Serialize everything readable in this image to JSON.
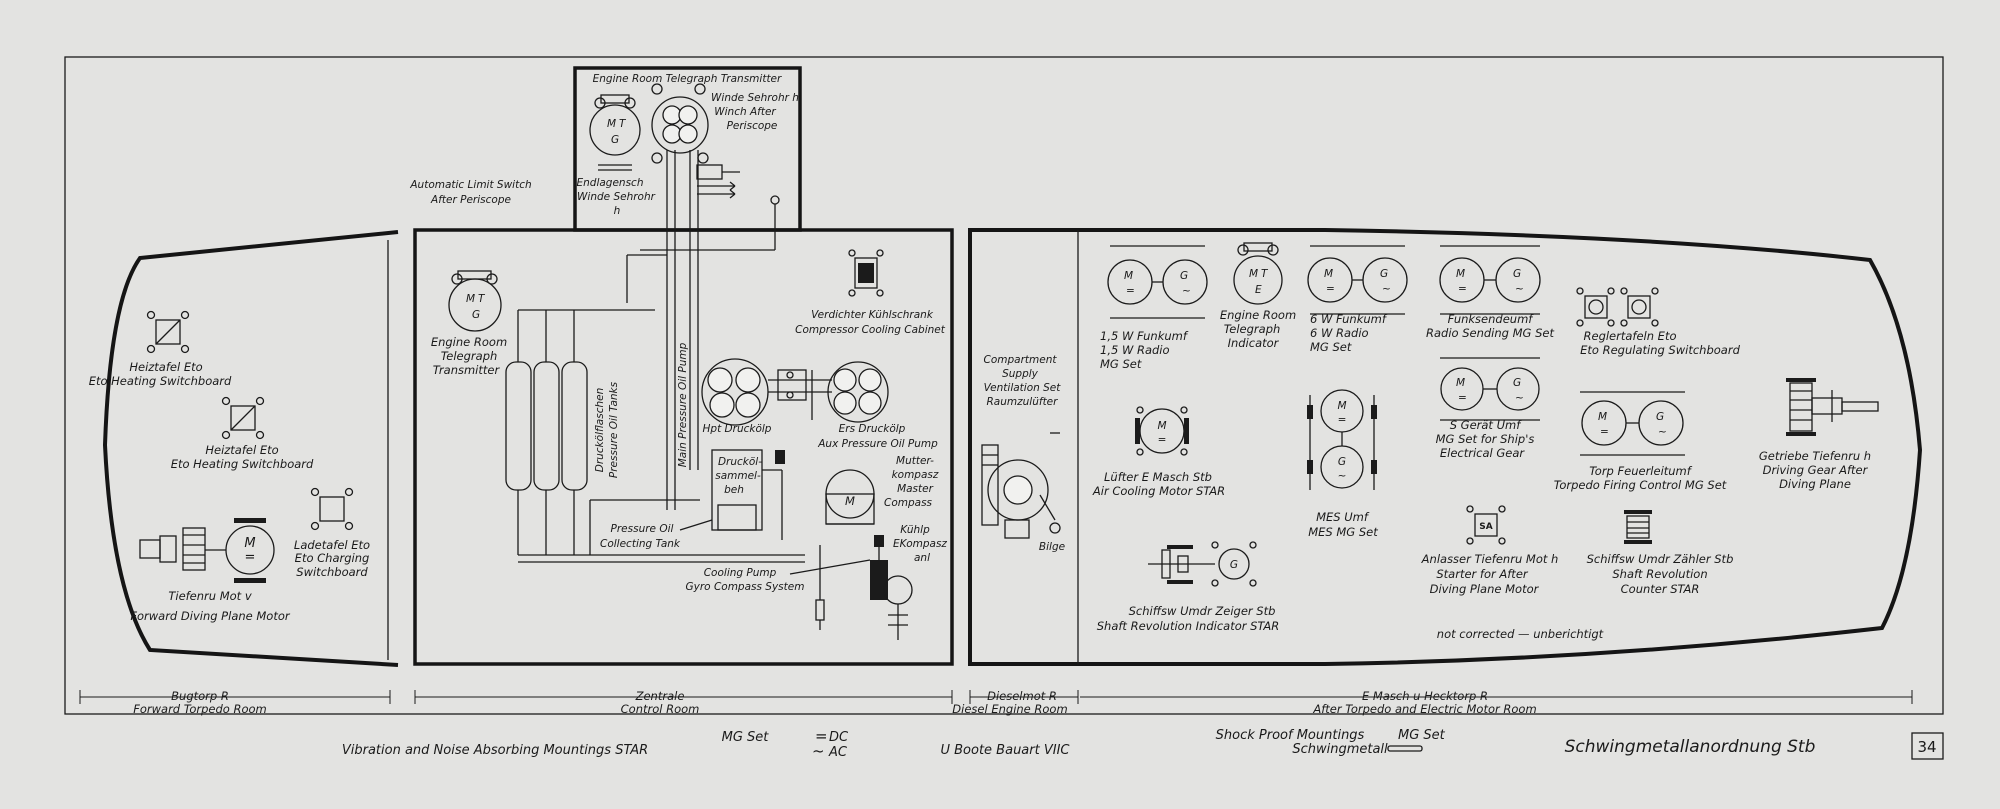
{
  "page_number": "34",
  "title_main": "Schwingmetallanordnung Stb",
  "boat_type": "U Boote Bauart VIIC",
  "footer": {
    "vibration_mountings": "Vibration and Noise Absorbing Mountings STAR",
    "mg_set": "MG Set",
    "dc": "DC",
    "ac": "AC",
    "shock_mountings": "Shock Proof Mountings",
    "shock_mg_set": "MG Set",
    "schwingmetall": "Schwingmetall"
  },
  "rooms": {
    "bugtorp_de": "Bugtorp R",
    "bugtorp_en": "Forward Torpedo Room",
    "zentrale_de": "Zentrale",
    "zentrale_en": "Control Room",
    "diesel_de": "Dieselmot R",
    "diesel_en": "Diesel Engine Room",
    "emasch_de": "E Masch u Hecktorp R",
    "emasch_en": "After Torpedo and Electric Motor Room"
  },
  "labels": {
    "heiztafel1_de": "Heiztafel Eto",
    "heiztafel1_en": "Eto Heating Switchboard",
    "heiztafel2_de": "Heiztafel Eto",
    "heiztafel2_en": "Eto Heating Switchboard",
    "ladetafel_de": "Ladetafel Eto",
    "ladetafel_en1": "Eto Charging",
    "ladetafel_en2": "Switchboard",
    "tiefenru_de": "Tiefenru Mot v",
    "tiefenru_en": "Forward Diving Plane Motor",
    "ert_transmitter_top": "Engine Room Telegraph Transmitter",
    "winde_1": "Winde Sehrohr h",
    "winde_2": "Winch After",
    "winde_3": "Periscope",
    "endlag_1": "Endlagensch",
    "endlag_2": "Winde Sehrohr",
    "endlag_3": "h",
    "auto_limit_1": "Automatic Limit Switch",
    "auto_limit_2": "After Periscope",
    "ert_1": "Engine Room",
    "ert_2": "Telegraph",
    "ert_3": "Transmitter",
    "druckluft_1": "Druckölflaschen",
    "druckluft_2": "Pressure Oil Tanks",
    "main_pump_1": "Main Pressure Oil Pump",
    "verdichter_1": "Verdichter Kühlschrank",
    "verdichter_2": "Compressor Cooling Cabinet",
    "hpt_druck": "Hpt Druckölp",
    "ers_druck_1": "Ers Druckölp",
    "ers_druck_2": "Aux Pressure Oil Pump",
    "drucksammel_1": "Drucköl-",
    "drucksammel_2": "sammel-",
    "drucksammel_3": "beh",
    "mutter_1": "Mutter-",
    "mutter_2": "kompasz",
    "mutter_3": "Master",
    "mutter_4": "Compass",
    "pressure_tank_1": "Pressure Oil",
    "pressure_tank_2": "Collecting Tank",
    "kuhlp_1": "Kühlp",
    "kuhlp_2": "EKompasz",
    "kuhlp_3": "anl",
    "cooling_1": "Cooling Pump",
    "cooling_2": "Gyro Compass System",
    "compart_1": "Compartment",
    "compart_2": "Supply",
    "compart_3": "Ventilation Set",
    "compart_4": "Raumzulüfter",
    "bilge": "Bilge",
    "funk15_1": "1,5 W Funkumf",
    "funk15_2": "1,5 W Radio",
    "funk15_3": "MG Set",
    "eri_1": "Engine Room",
    "eri_2": "Telegraph",
    "eri_3": "Indicator",
    "funk6_1": "6 W Funkumf",
    "funk6_2": "6 W Radio",
    "funk6_3": "MG Set",
    "funksend_1": "Funksendeumf",
    "funksend_2": "Radio Sending MG Set",
    "regler_1": "Reglertafeln Eto",
    "regler_2": "Eto Regulating Switchboard",
    "sgerat_1": "S Gerät Umf",
    "sgerat_2": "MG Set for Ship's",
    "sgerat_3": "Electrical Gear",
    "lufter_1": "Lüfter E Masch Stb",
    "lufter_2": "Air Cooling Motor STAR",
    "mes_1": "MES Umf",
    "mes_2": "MES MG Set",
    "torp_1": "Torp Feuerleitumf",
    "torp_2": "Torpedo Firing Control MG Set",
    "getriebe_1": "Getriebe Tiefenru h",
    "getriebe_2": "Driving Gear After",
    "getriebe_3": "Diving Plane",
    "schiff_zeiger_1": "Schiffsw Umdr Zeiger Stb",
    "schiff_zeiger_2": "Shaft Revolution Indicator STAR",
    "anlasser_1": "Anlasser Tiefenru Mot h",
    "anlasser_2": "Starter for After",
    "anlasser_3": "Diving Plane Motor",
    "schiff_zahler_1": "Schiffsw Umdr Zähler Stb",
    "schiff_zahler_2": "Shaft Revolution",
    "schiff_zahler_3": "Counter STAR",
    "not_corrected": "not corrected — unberichtigt"
  },
  "symbols": {
    "motor_m": "M",
    "gen_g": "G",
    "telegraph_t": "T",
    "telegraph_e": "E",
    "starter_sa": "SA",
    "dc_sym": "=",
    "ac_sym": "~"
  }
}
